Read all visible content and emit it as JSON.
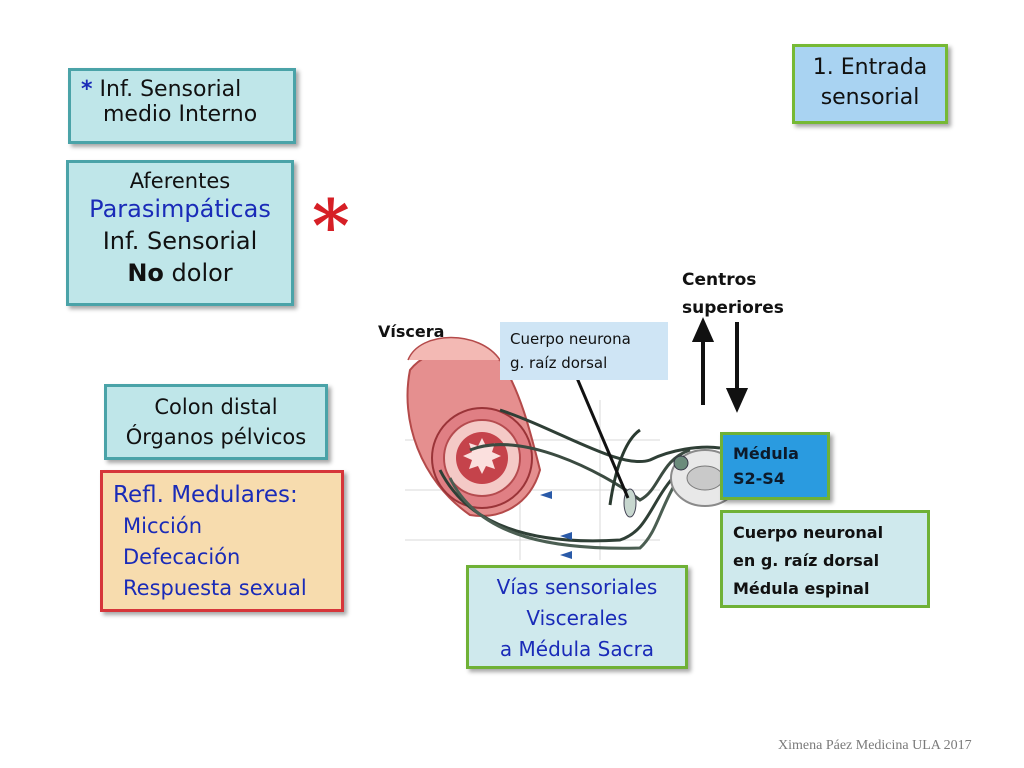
{
  "sensorial_box": {
    "star": "*",
    "line1": "Inf. Sensorial",
    "line2": "medio Interno"
  },
  "afferent_box": {
    "line1": "Aferentes",
    "line2": "Parasimpáticas",
    "line3": "Inf. Sensorial",
    "line4_bold": "No",
    "line4_rest": " dolor"
  },
  "big_star": "*",
  "entry_box": {
    "line1": "1. Entrada",
    "line2": "sensorial"
  },
  "colon_box": {
    "line1": "Colon distal",
    "line2": "Órganos pélvicos"
  },
  "reflex_box": {
    "title": "Refl. Medulares:",
    "items": [
      "Micción",
      "Defecación",
      "Respuesta sexual"
    ]
  },
  "labels": {
    "viscera": "Víscera",
    "neuron_body": [
      "Cuerpo neurona",
      "g. raíz dorsal"
    ],
    "upper_centers": [
      "Centros",
      "superiores"
    ]
  },
  "medula_box": {
    "line1": "Médula",
    "line2": "S2-S4"
  },
  "neuronal_box": {
    "line1": "Cuerpo neuronal",
    "line2": "en g. raíz dorsal",
    "line3": "Médula espinal"
  },
  "pathways_box": {
    "line1": "Vías sensoriales",
    "line2": "Viscerales",
    "line3": "a Médula Sacra"
  },
  "footer": "Ximena Páez Medicina ULA 2017",
  "colors": {
    "title_blue": "#1a2bb8",
    "star_red": "#d61f26",
    "accent_green": "#6fb136",
    "box_teal": "#4aa3a8"
  }
}
